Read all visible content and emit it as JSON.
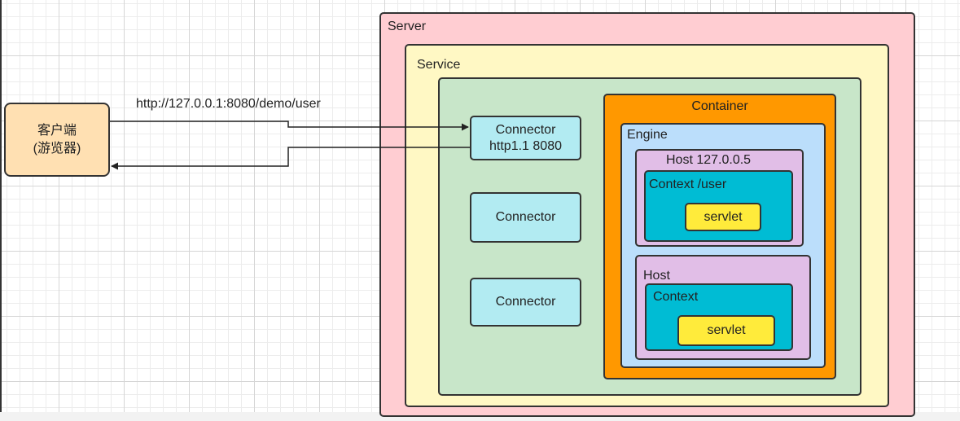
{
  "diagram": {
    "url_label": "http://127.0.0.1:8080/demo/user",
    "client": {
      "line1": "客户端",
      "line2": "(游览器)"
    },
    "server": {
      "label": "Server"
    },
    "service": {
      "label": "Service"
    },
    "connectors": [
      {
        "line1": "Connector",
        "line2": "http1.1 8080"
      },
      {
        "line1": "Connector"
      },
      {
        "line1": "Connector"
      }
    ],
    "container": {
      "label": "Container"
    },
    "engine": {
      "label": "Engine"
    },
    "hosts": [
      {
        "label": "Host 127.0.0.5",
        "context": {
          "label": "Context  /user",
          "servlet": "servlet"
        }
      },
      {
        "label": "Host",
        "context": {
          "label": "Context",
          "servlet": "servlet"
        }
      }
    ]
  },
  "colors": {
    "server": "#ffcdd2",
    "service": "#fff8c4",
    "service_inner": "#c8e6c9",
    "container": "#ff9800",
    "engine": "#bbdefb",
    "host": "#e1bee7",
    "context": "#00bcd4",
    "servlet": "#ffeb3b",
    "connector": "#b2ebf2",
    "client": "#ffe0b2"
  }
}
